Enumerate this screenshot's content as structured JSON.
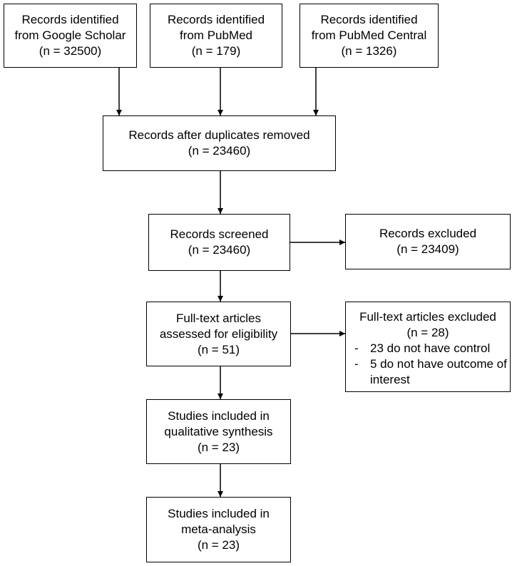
{
  "identification": {
    "google_scholar": {
      "line1": "Records identified",
      "line2": "from Google Scholar",
      "count": "(n = 32500)"
    },
    "pubmed": {
      "line1": "Records identified",
      "line2": "from PubMed",
      "count": "(n = 179)"
    },
    "pubmed_central": {
      "line1": "Records identified",
      "line2": "from PubMed Central",
      "count": "(n = 1326)"
    }
  },
  "duplicates_removed": {
    "line1": "Records after duplicates removed",
    "count": "(n = 23460)"
  },
  "screened": {
    "line1": "Records screened",
    "count": "(n = 23460)"
  },
  "excluded": {
    "line1": "Records excluded",
    "count": "(n = 23409)"
  },
  "full_text": {
    "line1": "Full-text articles",
    "line2": "assessed for eligibility",
    "count": "(n = 51)"
  },
  "full_text_excluded": {
    "line1": "Full-text articles excluded",
    "count": "(n = 28)",
    "reasons": [
      {
        "dash": "-",
        "text": "23 do not have control"
      },
      {
        "dash": "-",
        "text": "5 do not have outcome of interest"
      }
    ]
  },
  "qualitative": {
    "line1": "Studies included in",
    "line2": "qualitative synthesis",
    "count": "(n = 23)"
  },
  "meta_analysis": {
    "line1": "Studies included in",
    "line2": "meta-analysis",
    "count": "(n = 23)"
  },
  "colors": {
    "line": "#000000",
    "box_fill": "#ffffff",
    "text": "#000000"
  }
}
